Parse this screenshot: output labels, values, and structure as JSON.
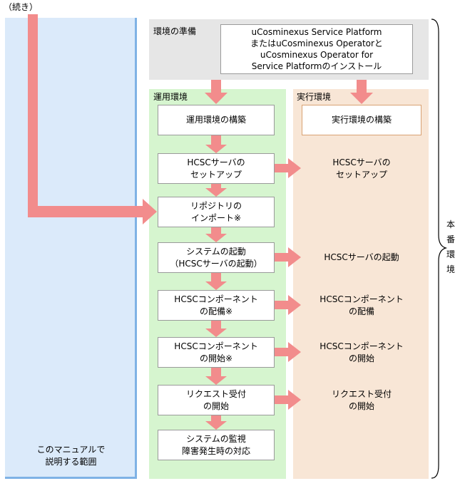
{
  "continued_label": "（続き）",
  "manual_scope_label": [
    "このマニュアルで",
    "説明する範囲"
  ],
  "prep_title": "環境の準備",
  "prep_box": [
    "uCosminexus Service Platform",
    "またはuCosminexus Operatorと",
    "uCosminexus Operator for",
    "Service Platformのインストール"
  ],
  "ops_title": "運用環境",
  "exec_title": "実行環境",
  "ops_steps": [
    [
      "運用環境の構築"
    ],
    [
      "HCSCサーバの",
      "セットアップ"
    ],
    [
      "リポジトリの",
      "インポート※"
    ],
    [
      "システムの起動",
      "（HCSCサーバの起動）"
    ],
    [
      "HCSCコンポーネント",
      "の配備※"
    ],
    [
      "HCSCコンポーネント",
      "の開始※"
    ],
    [
      "リクエスト受付",
      "の開始"
    ],
    [
      "システムの監視",
      "障害発生時の対応"
    ]
  ],
  "exec_steps": [
    [
      "実行環境の構築"
    ],
    [
      "HCSCサーバの",
      "セットアップ"
    ],
    [
      "HCSCサーバの起動"
    ],
    [
      "HCSCコンポーネント",
      "の配備"
    ],
    [
      "HCSCコンポーネント",
      "の開始"
    ],
    [
      "リクエスト受付",
      "の開始"
    ]
  ],
  "production_label": [
    "本",
    "番",
    "環",
    "境"
  ],
  "colors": {
    "arrow": "#f28c8c",
    "scope_bg": "#dbeafa",
    "scope_border": "#7fb2e5",
    "prep_bg": "#e6e6e6",
    "ops_bg": "#d6f5cf",
    "exec_bg": "#f8e6d6"
  }
}
